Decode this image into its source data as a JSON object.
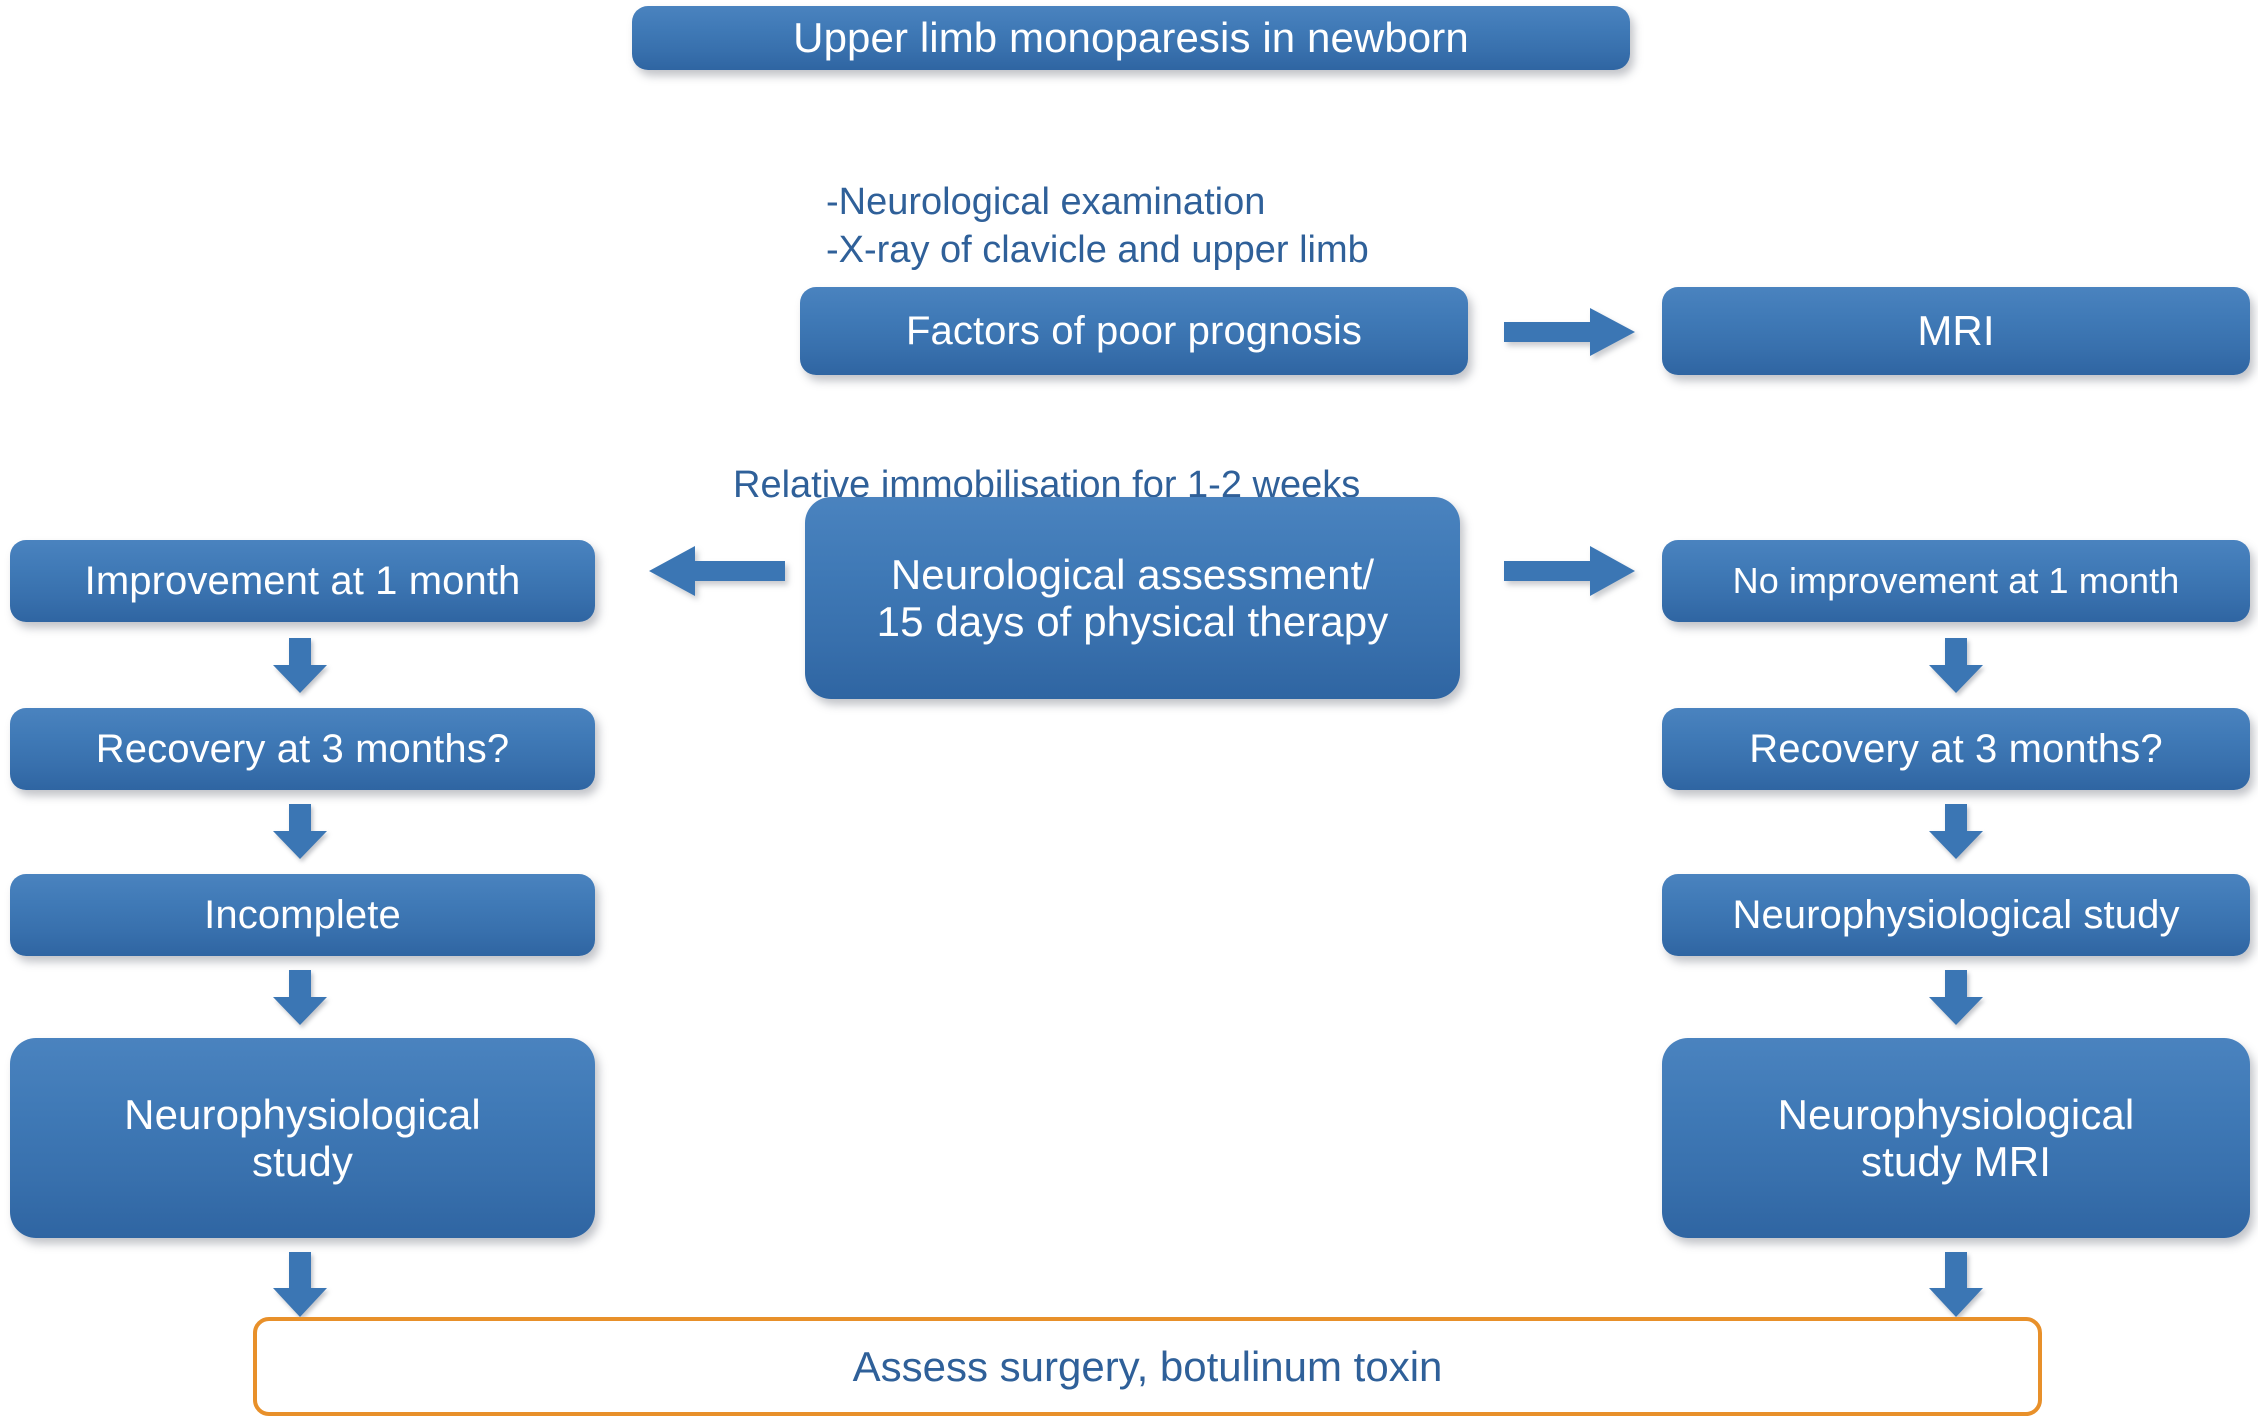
{
  "diagram": {
    "title_node": {
      "label": "Upper limb monoparesis in newborn"
    },
    "workup_note": {
      "text": "-Neurological examination\n-X-ray of clavicle and upper limb"
    },
    "prognosis_node": {
      "label": "Factors of poor prognosis"
    },
    "mri_node": {
      "label": "MRI"
    },
    "immobilisation_note": {
      "text": "Relative immobilisation for 1-2 weeks"
    },
    "assessment_node": {
      "label": "Neurological assessment/\n15 days of physical therapy"
    },
    "left_branch": [
      {
        "label": "Improvement at 1 month"
      },
      {
        "label": "Recovery at 3 months?"
      },
      {
        "label": "Incomplete"
      },
      {
        "label": "Neurophysiological\nstudy"
      }
    ],
    "right_branch": [
      {
        "label": "No improvement at 1 month"
      },
      {
        "label": "Recovery at 3 months?"
      },
      {
        "label": "Neurophysiological study"
      },
      {
        "label": "Neurophysiological\nstudy MRI"
      }
    ],
    "final_node": {
      "label": "Assess surgery, botulinum toxin"
    },
    "icons": {
      "arrow_down": "arrow-down-icon",
      "arrow_left": "arrow-left-icon",
      "arrow_right": "arrow-right-icon"
    },
    "colors": {
      "node_blue": "#3b76b4",
      "node_blue_light": "#4a83bf",
      "node_blue_dark": "#2f65a2",
      "text_blue": "#2f6099",
      "final_border_orange": "#e8902a",
      "node_text": "#ffffff",
      "background": "#ffffff"
    }
  }
}
